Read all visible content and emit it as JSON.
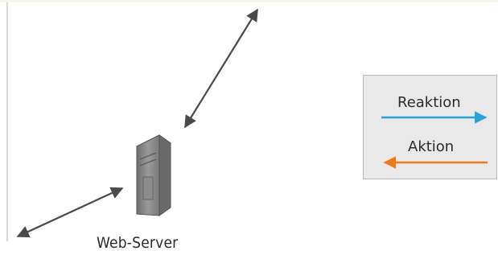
{
  "diagram": {
    "server_label": "Web-Server",
    "server_icon": "server-tower-icon",
    "connector_color": "#4a4a4a"
  },
  "legend": {
    "reaktion_label": "Reaktion",
    "reaktion_color": "#2aa3d9",
    "aktion_label": "Aktion",
    "aktion_color": "#ef7a1a"
  }
}
